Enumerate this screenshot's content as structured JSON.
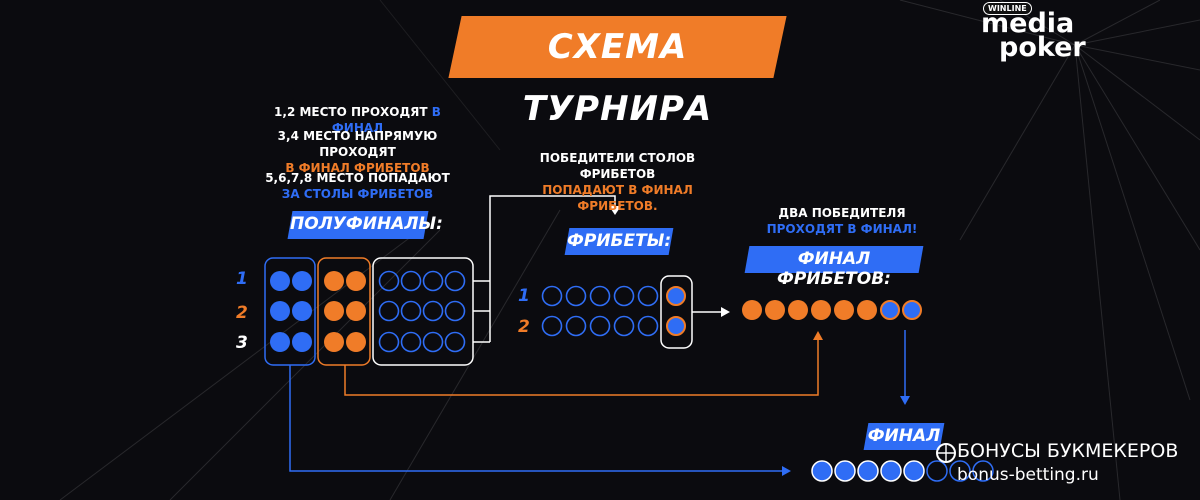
{
  "title": "СХЕМА ТУРНИРА",
  "logo": {
    "brand": "WINLINE",
    "line1": "media",
    "line2": "poker"
  },
  "semifinal_notes": {
    "line1_white": "1,2 МЕСТО ПРОХОДЯТ ",
    "line1_blue": "В ФИНАЛ",
    "line2_white": "3,4 МЕСТО НАПРЯМУЮ ПРОХОДЯТ",
    "line2_orange": "В ФИНАЛ ФРИБЕТОВ",
    "line3_white": "5,6,7,8 МЕСТО ПОПАДАЮТ",
    "line3_blue": "ЗА СТОЛЫ ФРИБЕТОВ"
  },
  "semifinals_label": "ПОЛУФИНАЛЫ:",
  "semifinal_rows": [
    "1",
    "2",
    "3"
  ],
  "freebets_note": {
    "white": "ПОБЕДИТЕЛИ СТОЛОВ ФРИБЕТОВ",
    "orange": "ПОПАДАЮТ В ФИНАЛ ФРИБЕТОВ."
  },
  "freebets_label": "ФРИБЕТЫ:",
  "freebets_rows": [
    "1",
    "2"
  ],
  "freebet_final_note": {
    "white": "ДВА ПОБЕДИТЕЛЯ",
    "blue": "ПРОХОДЯТ В ФИНАЛ!"
  },
  "freebet_final_label": "ФИНАЛ ФРИБЕТОВ:",
  "final_label": "ФИНАЛ",
  "watermark": {
    "line1": "БОНУСЫ БУКМЕКЕРОВ",
    "line2": "bonus-betting.ru"
  },
  "colors": {
    "blue": "#2f6df5",
    "orange": "#f07c28",
    "white": "#ffffff",
    "background": "#0b0b0f"
  }
}
